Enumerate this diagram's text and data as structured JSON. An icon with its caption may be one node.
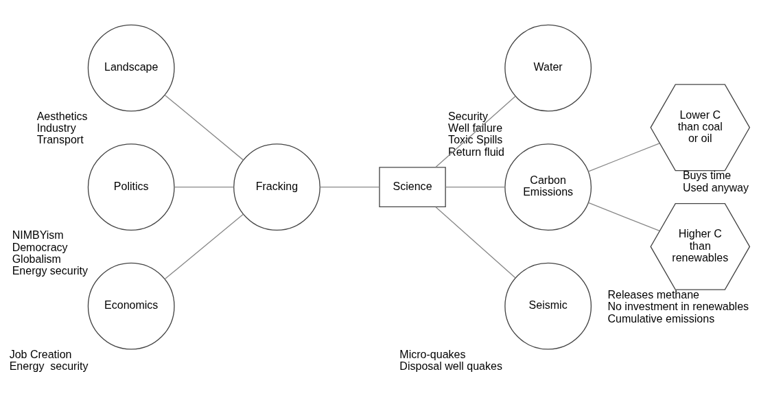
{
  "diagram": {
    "nodes": [
      {
        "text": [
          "Landscape"
        ],
        "beside": [
          "Aesthetics",
          "Industry",
          "Transport"
        ]
      },
      {
        "text": [
          "Politics"
        ],
        "beside": [
          "NIMBYism",
          "Democracy",
          "Globalism",
          "Energy security"
        ]
      },
      {
        "text": [
          "Economics"
        ],
        "beside": [
          "Job Creation",
          "Energy  security"
        ]
      },
      {
        "text": [
          "Fracking"
        ]
      },
      {
        "text": [
          "Science"
        ]
      },
      {
        "text": [
          "Water"
        ],
        "beside": [
          "Security",
          "Well failure",
          "Toxic Spills",
          "Return fluid"
        ]
      },
      {
        "text": [
          "Carbon Emissions"
        ]
      },
      {
        "text": [
          "Seismic"
        ],
        "beside": [
          "Micro-quakes",
          "Disposal well quakes"
        ]
      },
      {
        "text": [
          "Lower C than coal or oil"
        ],
        "beside": [
          "Buys time",
          "Used anyway"
        ]
      },
      {
        "text": [
          "Higher C than renewables"
        ],
        "beside": [
          "Releases methane",
          "No investment in renewables",
          "Cumulative emissions"
        ]
      }
    ],
    "edges": [
      {
        "from": 0,
        "to": 3,
        "arrow": "none"
      },
      {
        "from": 1,
        "to": 3,
        "arrow": "none"
      },
      {
        "from": 2,
        "to": 3,
        "arrow": "none"
      },
      {
        "from": 3,
        "to": 4,
        "arrow": "none"
      },
      {
        "from": 4,
        "to": 5,
        "arrow": "none"
      },
      {
        "from": 4,
        "to": 6,
        "arrow": "none"
      },
      {
        "from": 4,
        "to": 7,
        "arrow": "none"
      },
      {
        "from": 6,
        "to": 8,
        "arrow": "none"
      },
      {
        "from": 6,
        "to": 9,
        "arrow": "none"
      }
    ]
  }
}
